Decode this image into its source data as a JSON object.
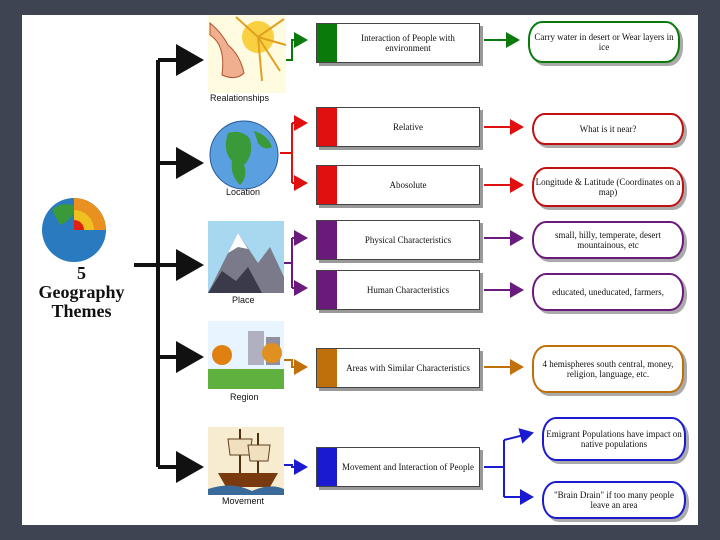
{
  "title": {
    "line1": "5",
    "line2": "Geography",
    "line3": "Themes"
  },
  "themes": [
    {
      "label": "Realationships"
    },
    {
      "label": "Location"
    },
    {
      "label": "Place"
    },
    {
      "label": "Region"
    },
    {
      "label": "Movement"
    }
  ],
  "boxes": [
    {
      "text": "Interaction of People with environment",
      "color": "#0a7a0a"
    },
    {
      "text": "Relative",
      "color": "#e01010"
    },
    {
      "text": "Abosolute",
      "color": "#e01010"
    },
    {
      "text": "Physical Characteristics",
      "color": "#6a1a7a"
    },
    {
      "text": "Human Characteristics",
      "color": "#6a1a7a"
    },
    {
      "text": "Areas with Similar Characteristics",
      "color": "#c0700a"
    },
    {
      "text": "Movement and Interaction of People",
      "color": "#1a1ad0"
    }
  ],
  "clouds": [
    {
      "text": "Carry water in desert or Wear layers in ice",
      "color": "#0a7a0a"
    },
    {
      "text": "What is it near?",
      "color": "#c01010"
    },
    {
      "text": "Longitude & Latitude (Coordinates on a map)",
      "color": "#c01010"
    },
    {
      "text": "small, hilly, temperate, desert mountainous, etc",
      "color": "#6a1a7a"
    },
    {
      "text": "educated, uneducated, farmers,",
      "color": "#6a1a7a"
    },
    {
      "text": "4 hemispheres south central, money, religion, language, etc.",
      "color": "#c0700a"
    },
    {
      "text": "Emigrant Populations have impact on native populations",
      "color": "#1a1ad0"
    },
    {
      "text": "\"Brain Drain\" if too many people leave an area",
      "color": "#1a1ad0"
    }
  ]
}
